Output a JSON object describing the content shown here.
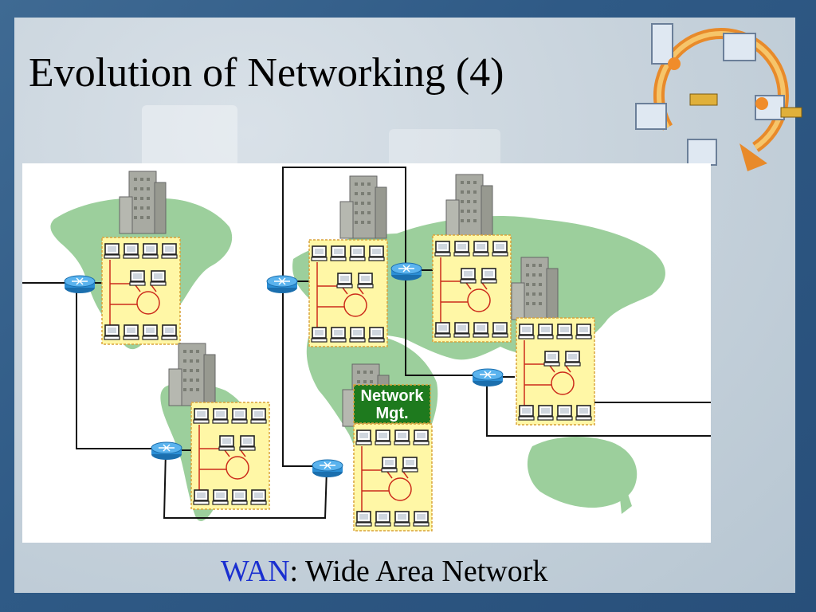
{
  "slide": {
    "title": "Evolution of Networking (4)",
    "caption": {
      "acronym": "WAN",
      "separator": ":",
      "expansion": " Wide Area Network"
    }
  },
  "diagram": {
    "management_label_line1": "Network",
    "management_label_line2": "Mgt."
  },
  "colors": {
    "land": "#9ccf9c",
    "lan_panel": "#fff7a6",
    "router": "#2b8fd6",
    "wan_link": "#111111",
    "mgt_label_bg": "#1e7a1e",
    "acronym_text": "#1a2fd0"
  },
  "icons": [
    "logo-network-cycle-icon",
    "building-icon",
    "workstation-icon",
    "router-icon",
    "hub-icon"
  ]
}
